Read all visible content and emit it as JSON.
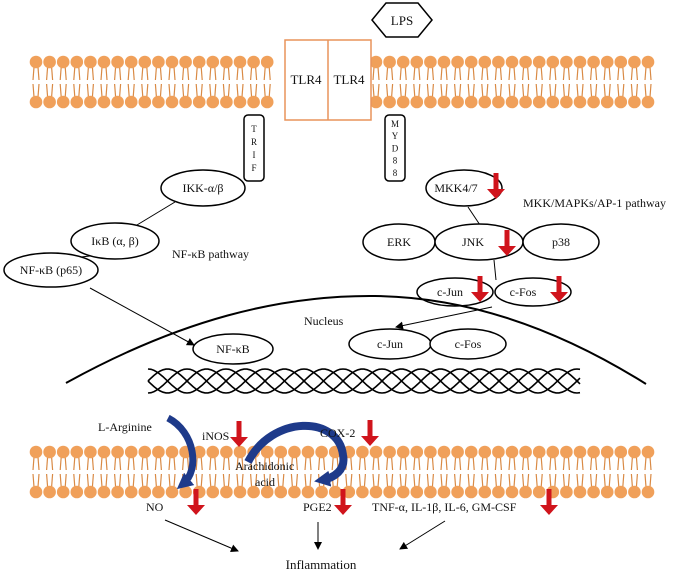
{
  "colors": {
    "membrane": "#f0a05a",
    "membrane_stroke": "#d98a45",
    "down_arrow": "#d0141c",
    "curved_arrow": "#1e3a8a",
    "line": "#000000"
  },
  "labels": {
    "lps": "LPS",
    "tlr4_left": "TLR4",
    "tlr4_right": "TLR4",
    "trif": [
      "T",
      "R",
      "I",
      "F"
    ],
    "myd88": [
      "M",
      "Y",
      "D",
      "8",
      "8"
    ],
    "ikk": "IKK-α/β",
    "ikb": "IκB (α, β)",
    "nfkb_p65": "NF-κB (p65)",
    "nfkb_pathway": "NF-κB pathway",
    "mkk47": "MKK4/7",
    "mapk_pathway": "MKK/MAPKs/AP-1 pathway",
    "erk": "ERK",
    "jnk": "JNK",
    "p38": "p38",
    "cjun": "c-Jun",
    "cfos": "c-Fos",
    "nucleus": "Nucleus",
    "nfkb_nucleus": "NF-κB",
    "cjun_nucleus": "c-Jun",
    "cfos_nucleus": "c-Fos",
    "l_arginine": "L-Arginine",
    "inos": "iNOS",
    "cox2": "COX-2",
    "arachidonic_1": "Arachidonic",
    "arachidonic_2": "acid",
    "no": "NO",
    "pge2": "PGE2",
    "cytokines": "TNF-α, IL-1β, IL-6, GM-CSF",
    "inflammation": "Inflammation"
  }
}
